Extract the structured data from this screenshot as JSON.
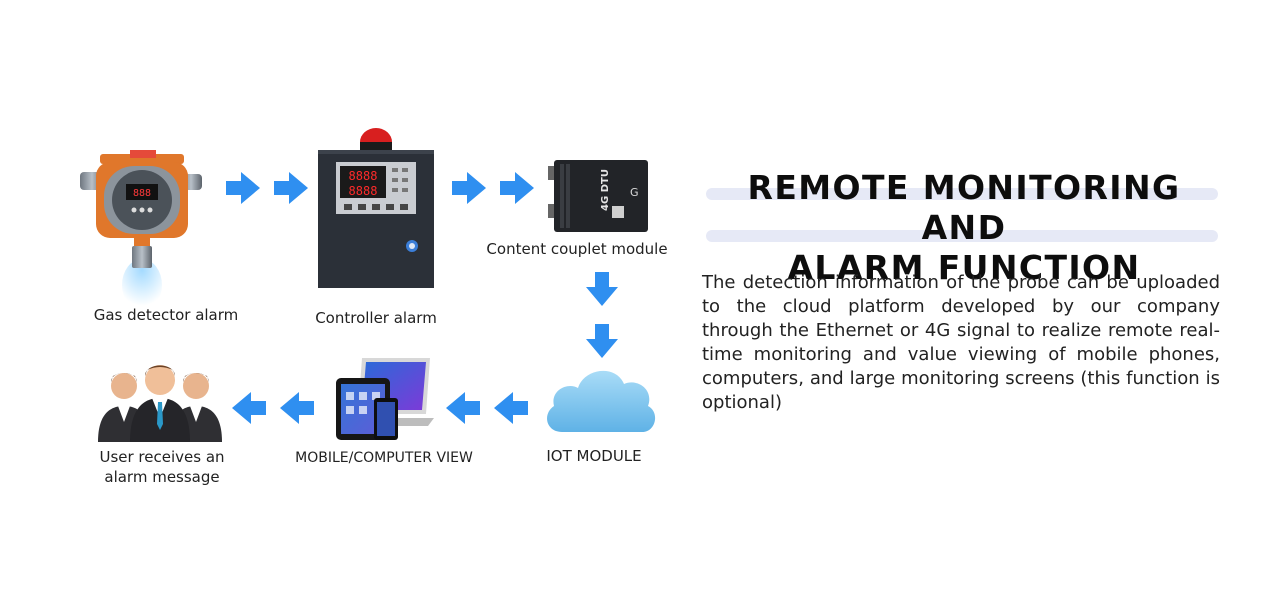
{
  "flow": {
    "gas_detector": "Gas detector alarm",
    "controller": "Controller alarm",
    "couplet_module": "Content couplet module",
    "iot_module": "IOT MODULE",
    "mobile_view": "MOBILE/COMPUTER VIEW",
    "user_line1": "User receives an",
    "user_line2": "alarm message",
    "dtu_text": "4G DTU"
  },
  "heading": {
    "line1": "REMOTE MONITORING AND",
    "line2": "ALARM FUNCTION"
  },
  "description": "The detection information of the probe can be uploaded to the cloud platform developed by our company through the Ethernet or 4G signal to realize remote real-time monitoring and value viewing of mobile phones, computers, and large monitoring screens (this function is optional)",
  "colors": {
    "arrow": "#2f8ff0",
    "controller_body": "#2b3038",
    "display_red": "#ff2a2a",
    "cloud": "#7cc4ee",
    "title_bar": "#e6e9f6"
  }
}
